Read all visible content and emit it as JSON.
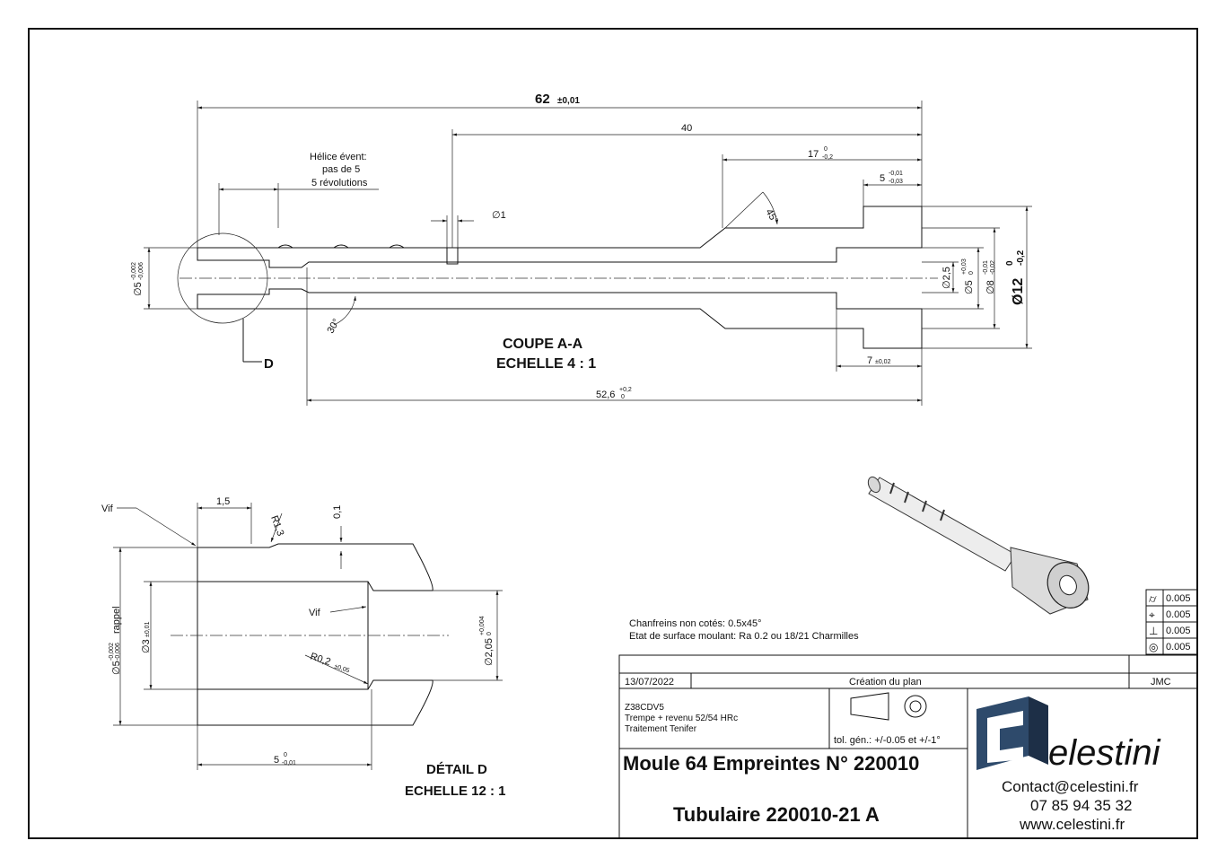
{
  "section_view": {
    "title": "COUPE A-A",
    "scale": "ECHELLE 4 : 1",
    "dims": {
      "overall_length": "62",
      "overall_length_tol": "±0,01",
      "len_40": "40",
      "len_17": "17",
      "len_17_tol_up": "0",
      "len_17_tol_low": "-0,2",
      "len_5": "5",
      "len_5_tol_up": "-0,01",
      "len_5_tol_low": "-0,03",
      "dia_1": "∅1",
      "angle_45": "45°",
      "angle_30": "30°",
      "dia_5_left": "∅5",
      "dia_5_left_tol_up": "-0,002",
      "dia_5_left_tol_low": "-0,006",
      "dia_2_5": "∅2,5",
      "dia_5_right": "∅5",
      "dia_5_right_tol_up": "+0,03",
      "dia_5_right_tol_low": "0",
      "dia_8": "∅8",
      "dia_8_tol_up": "-0,01",
      "dia_8_tol_low": "-0,02",
      "dia_12": "Ø12",
      "dia_12_tol_up": "0",
      "dia_12_tol_low": "-0,2",
      "len_7": "7",
      "len_7_tol": "±0,02",
      "len_52_6": "52,6",
      "len_52_6_tol_up": "+0,2",
      "len_52_6_tol_low": "0"
    },
    "note_helix": [
      "Hélice évent:",
      "pas de 5",
      "5 révolutions"
    ],
    "detail_callout": "D"
  },
  "detail_view": {
    "title": "DÉTAIL D",
    "scale": "ECHELLE 12 : 1",
    "labels": {
      "vif_top": "Vif",
      "vif_inner": "Vif",
      "len_1_5": "1,5",
      "r1_3": "R1,3",
      "dim_0_1": "0,1",
      "dia_5_rappel": "∅5",
      "dia_5_rappel_tol_up": "-0,002",
      "dia_5_rappel_tol_low": "-0,006",
      "rappel": "rappel",
      "dia_3": "∅3",
      "dia_3_tol": "±0,01",
      "dia_2_05": "∅2,05",
      "dia_2_05_tol_up": "+0,004",
      "dia_2_05_tol_low": "0",
      "r0_2": "R0,2",
      "r0_2_tol": "±0,05",
      "len_5": "5",
      "len_5_tol_up": "0",
      "len_5_tol_low": "-0,01"
    }
  },
  "tolerances": [
    {
      "symbol": "cylindricity-icon",
      "glyph": "⌭",
      "value": "0.005"
    },
    {
      "symbol": "position-icon",
      "glyph": "⌖",
      "value": "0.005"
    },
    {
      "symbol": "perpendicularity-icon",
      "glyph": "⊥",
      "value": "0.005"
    },
    {
      "symbol": "concentricity-icon",
      "glyph": "◎",
      "value": "0.005"
    }
  ],
  "notes": {
    "chamfers": "Chanfreins non cotés: 0.5x45°",
    "surface": "Etat de surface moulant: Ra 0.2 ou 18/21 Charmilles"
  },
  "title_block": {
    "date": "13/07/2022",
    "revision_desc": "Création du plan",
    "author": "JMC",
    "material": "Z38CDV5",
    "treatment_1": "Trempe + revenu 52/54 HRc",
    "treatment_2": "Traitement Tenifer",
    "tol_gen": "tol. gén.: +/-0.05 et +/-1°",
    "mould": "Moule 64 Empreintes N° 220010",
    "part": "Tubulaire 220010-21 A",
    "logo_text": "elestini",
    "contact_email": "Contact@celestini.fr",
    "contact_phone": "07 85 94 35 32",
    "contact_web": "www.celestini.fr"
  }
}
